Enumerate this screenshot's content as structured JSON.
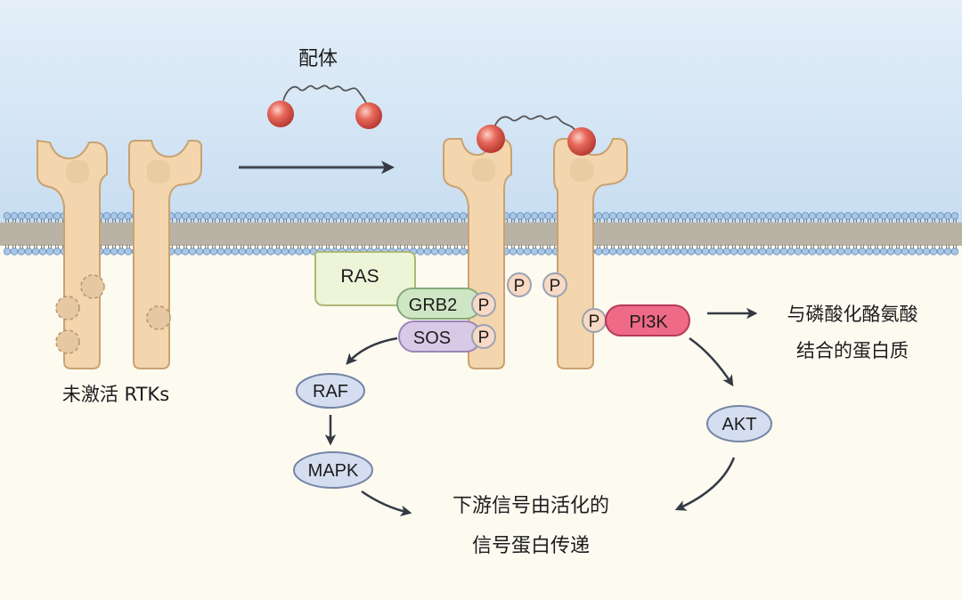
{
  "labels": {
    "ligand": "配体",
    "inactive_rtks": "未激活 RTKs",
    "bind_line1": "与磷酸化酪氨酸",
    "bind_line2": "结合的蛋白质",
    "downstream_line1": "下游信号由活化的",
    "downstream_line2": "信号蛋白传递"
  },
  "proteins": {
    "ras": "RAS",
    "grb2": "GRB2",
    "sos": "SOS",
    "raf": "RAF",
    "mapk": "MAPK",
    "pi3k": "PI3K",
    "akt": "AKT",
    "phospho": "P"
  },
  "colors": {
    "extracellular": "#cfe3f4",
    "cytoplasm": "#fdfaf0",
    "receptor": "#f3d6ad",
    "receptor_outline": "#c9a272",
    "ligand": "#e4574c",
    "ras": "#eef4d8",
    "grb2": "#cfe6c4",
    "sos": "#d8c9e6",
    "pi3k": "#ee6a86",
    "kinase": "#d5def0",
    "phospho": "#f8d9c4"
  }
}
